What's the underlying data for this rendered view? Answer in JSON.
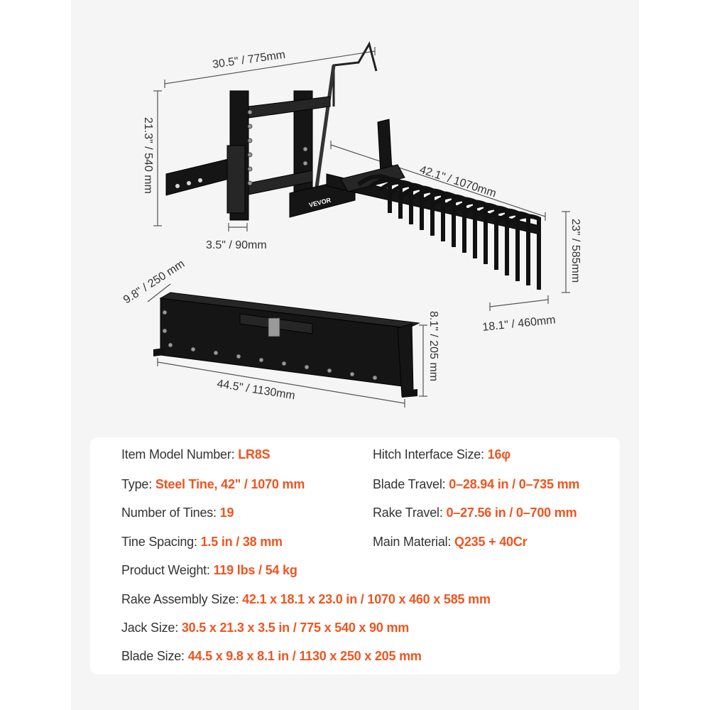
{
  "diagram": {
    "brand": "VEVOR",
    "dimensions": {
      "jack_width": "30.5\" / 775mm",
      "jack_height": "21.3\" / 540 mm",
      "jack_depth": "3.5\" / 90mm",
      "rake_width": "42.1\" / 1070mm",
      "rake_height": "23\" / 585mm",
      "rake_depth": "18.1\" / 460mm",
      "blade_depth": "9.8\" / 250 mm",
      "blade_height": "8.1\" / 205 mm",
      "blade_width": "44.5\" / 1130mm"
    }
  },
  "specs": {
    "model": {
      "label": "Item Model Number: ",
      "value": "LR8S"
    },
    "hitch": {
      "label": "Hitch Interface Size: ",
      "value": "16φ"
    },
    "type": {
      "label": "Type: ",
      "value": "Steel Tine, 42\" / 1070 mm"
    },
    "blade_travel": {
      "label": "Blade Travel: ",
      "value": "0–28.94 in / 0–735 mm"
    },
    "tines": {
      "label": "Number of Tines: ",
      "value": "19"
    },
    "rake_travel": {
      "label": "Rake Travel: ",
      "value": "0–27.56 in / 0–700 mm"
    },
    "spacing": {
      "label": "Tine Spacing: ",
      "value": "1.5 in / 38 mm"
    },
    "material": {
      "label": "Main Material: ",
      "value": "Q235 + 40Cr"
    },
    "weight": {
      "label": "Product Weight: ",
      "value": "119 lbs / 54 kg"
    },
    "rake_size": {
      "label": "Rake Assembly Size: ",
      "value": "42.1 x 18.1 x 23.0 in / 1070 x 460 x 585 mm"
    },
    "jack_size": {
      "label": "Jack Size: ",
      "value": "30.5 x 21.3 x 3.5 in / 775 x 540 x 90 mm"
    },
    "blade_size": {
      "label": "Blade Size: ",
      "value": "44.5 x 9.8 x 8.1 in / 1130 x 250 x 205 mm"
    }
  }
}
